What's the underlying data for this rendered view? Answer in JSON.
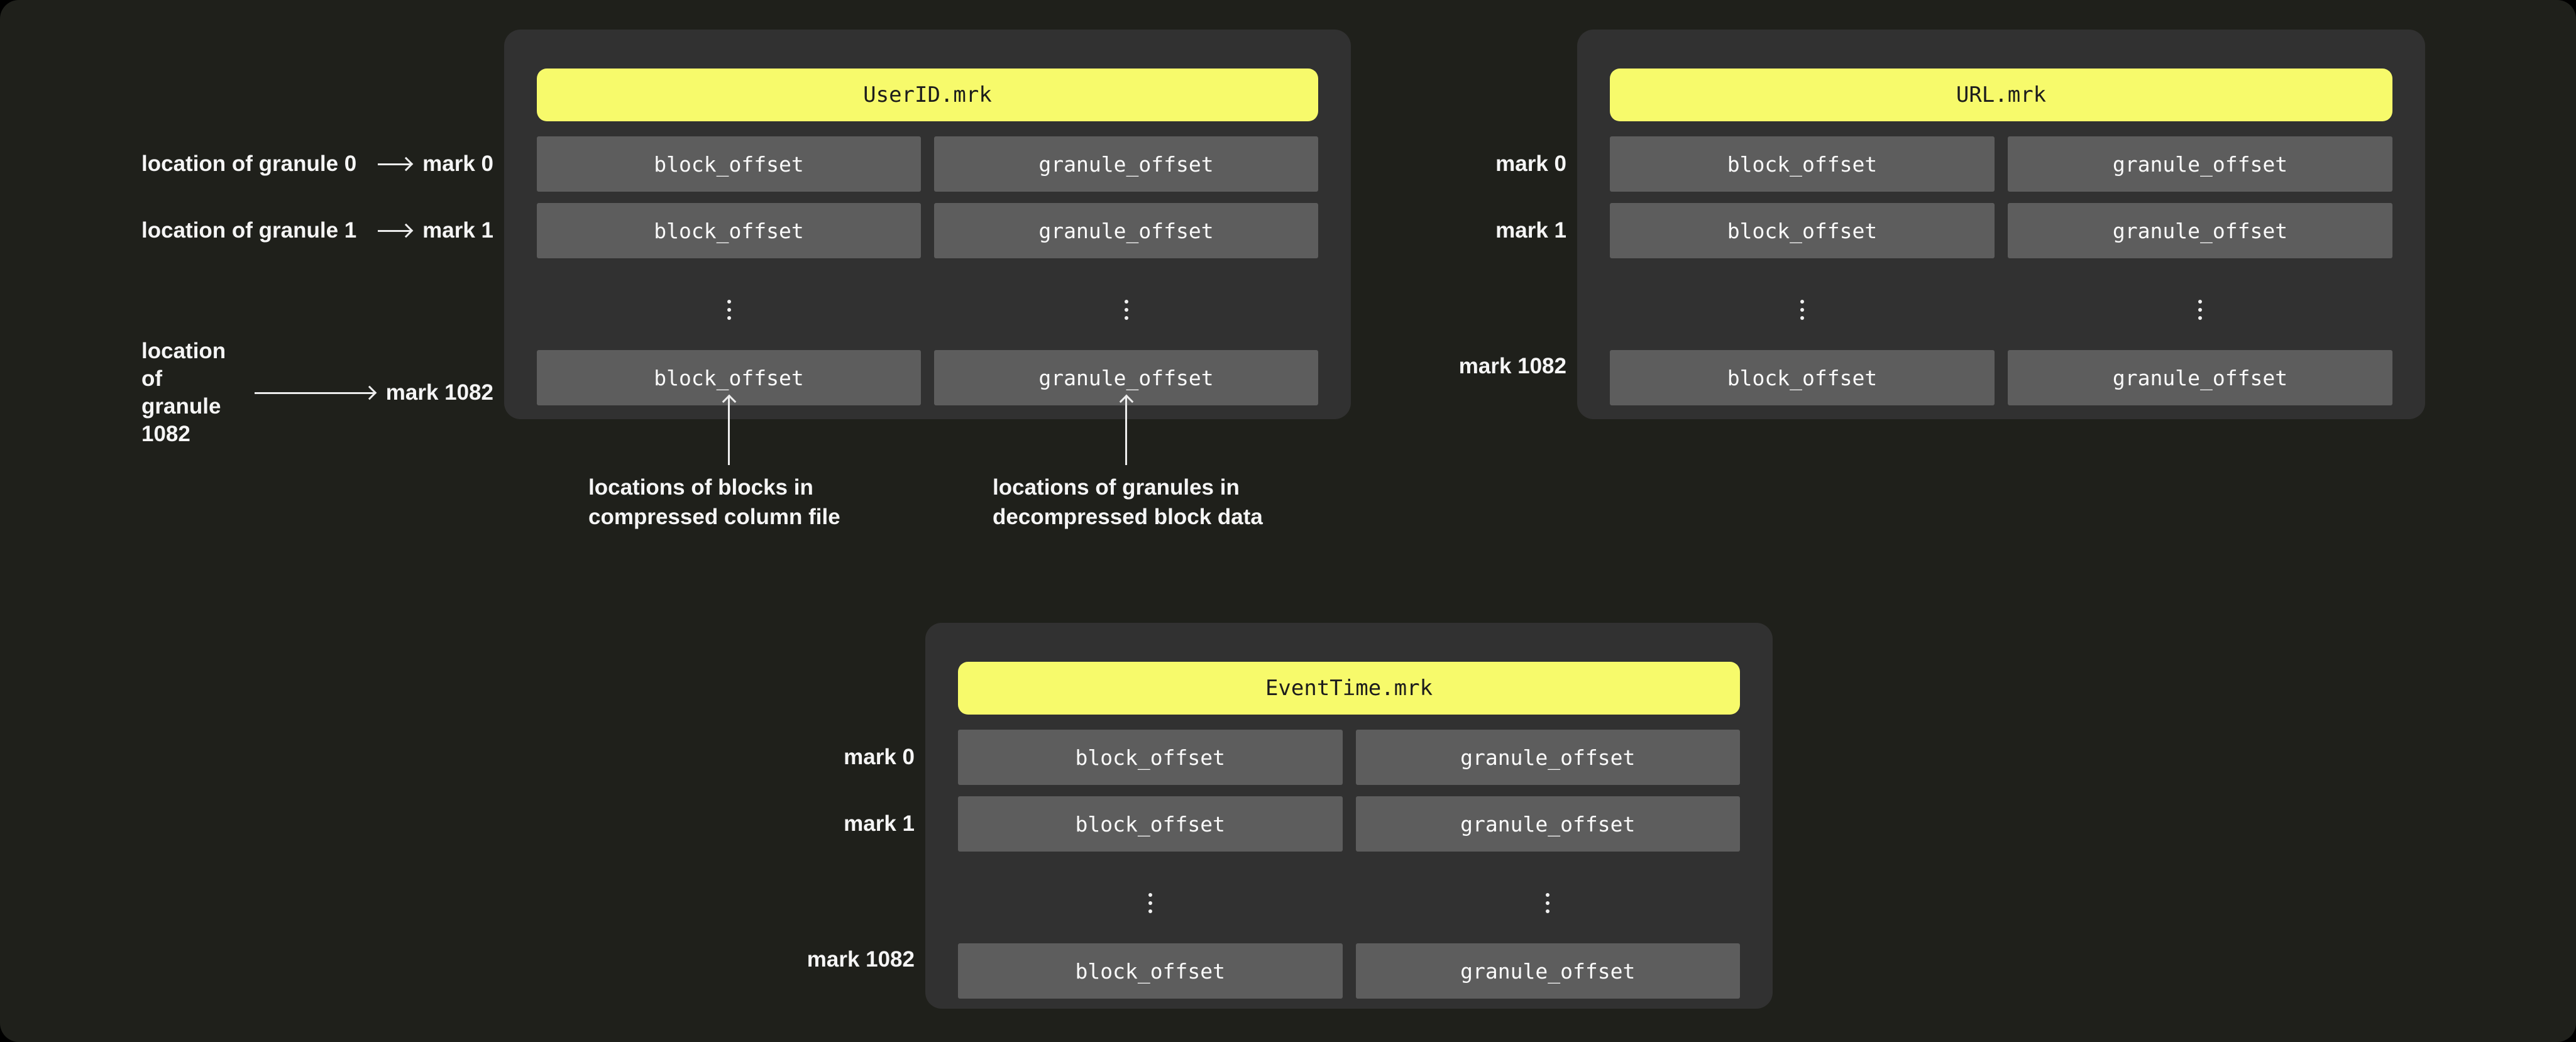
{
  "colors": {
    "page_bg": "#1f201b",
    "panel_bg": "#313131",
    "cell_bg": "#5d5d5d",
    "header_bg": "#f7fa6b",
    "header_text": "#1c1c1c",
    "text": "#f5f5f5",
    "arrow": "#ededed"
  },
  "panels": [
    {
      "title": "UserID.mrk"
    },
    {
      "title": "URL.mrk"
    },
    {
      "title": "EventTime.mrk"
    }
  ],
  "cells": {
    "block": "block_offset",
    "granule": "granule_offset"
  },
  "ellipsis": "⋮",
  "marks": [
    "mark 0",
    "mark 1",
    "mark 1082"
  ],
  "left_annotations": {
    "row0": {
      "text": "location of granule 0",
      "mark": "mark 0"
    },
    "row1": {
      "text": "location of granule 1",
      "mark": "mark 1"
    },
    "row1082": {
      "line1": "location of",
      "line2": "granule 1082",
      "mark": "mark 1082"
    }
  },
  "bottom_annotations": {
    "blocks": {
      "line1": "locations of blocks in",
      "line2": "compressed column file"
    },
    "granules": {
      "line1": "locations of granules in",
      "line2": "decompressed block data"
    }
  }
}
